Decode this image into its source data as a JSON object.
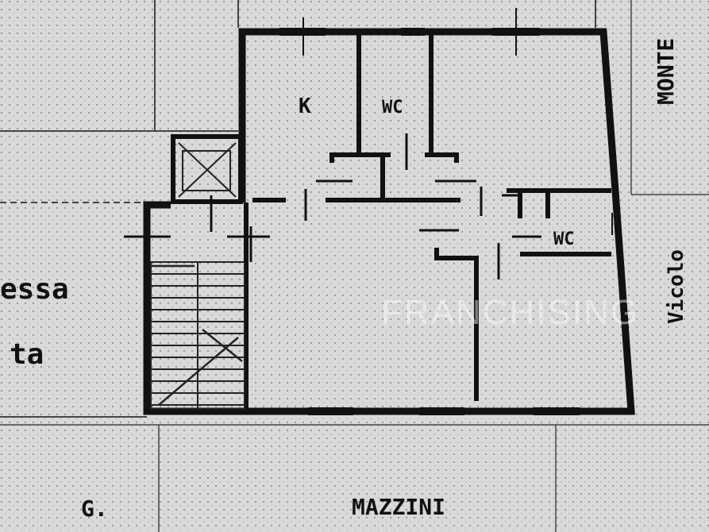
{
  "labels": {
    "kitchen": "K",
    "wc_upper": "WC",
    "wc_lower": "WC",
    "left_text_1": "essa",
    "left_text_2": "ta",
    "street_monte": "MONTE",
    "street_vicolo": "Vicolo",
    "street_g": "G.",
    "street_mazzini": "MAZZINI"
  },
  "watermark": "FRANCHISING",
  "colors": {
    "paper": "#d9d9d9",
    "ink": "#111111",
    "grid_dot": "#6a6a6a"
  }
}
